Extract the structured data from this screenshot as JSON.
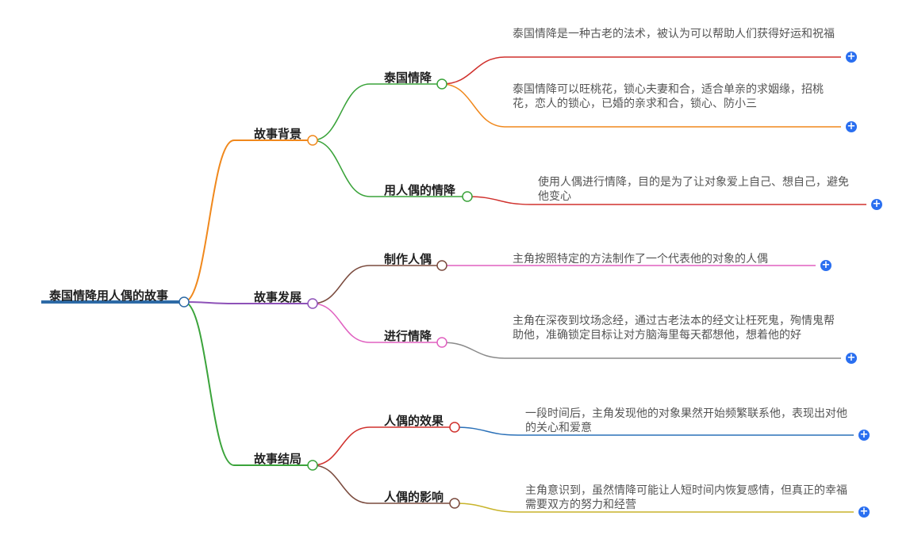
{
  "colors": {
    "root": "#2d6aa6",
    "orange": "#f0881c",
    "green": "#3aa33a",
    "purple": "#8e52b8",
    "brown": "#7a4a3d",
    "pink": "#e060c0",
    "red": "#d0312d",
    "gray": "#8a8a8a",
    "blue": "#2a70b8",
    "olive": "#c8b42a",
    "plus": "#2a6ff0"
  },
  "root": {
    "label": "泰国情降用人偶的故事"
  },
  "branches": [
    {
      "label": "故事背景",
      "children": [
        {
          "label": "泰国情降",
          "leaves": [
            "泰国情降是一种古老的法术，被认为可以帮助人们获得好运和祝福",
            "泰国情降可以旺桃花，锁心夫妻和合，适合单亲的求姻缘，招桃花，恋人的锁心，已婚的亲求和合，锁心、防小三"
          ]
        },
        {
          "label": "用人偶的情降",
          "leaves": [
            "使用人偶进行情降，目的是为了让对象爱上自己、想自己，避免他变心"
          ]
        }
      ]
    },
    {
      "label": "故事发展",
      "children": [
        {
          "label": "制作人偶",
          "leaves": [
            "主角按照特定的方法制作了一个代表他的对象的人偶"
          ]
        },
        {
          "label": "进行情降",
          "leaves": [
            "主角在深夜到坟场念经，通过古老法本的经文让枉死鬼，殉情鬼帮助他，准确锁定目标让对方脑海里每天都想他，想着他的好"
          ]
        }
      ]
    },
    {
      "label": "故事结局",
      "children": [
        {
          "label": "人偶的效果",
          "leaves": [
            "一段时间后，主角发现他的对象果然开始频繁联系他，表现出对他的关心和爱意"
          ]
        },
        {
          "label": "人偶的影响",
          "leaves": [
            "主角意识到，虽然情降可能让人短时间内恢复感情，但真正的幸福需要双方的努力和经营"
          ]
        }
      ]
    }
  ]
}
